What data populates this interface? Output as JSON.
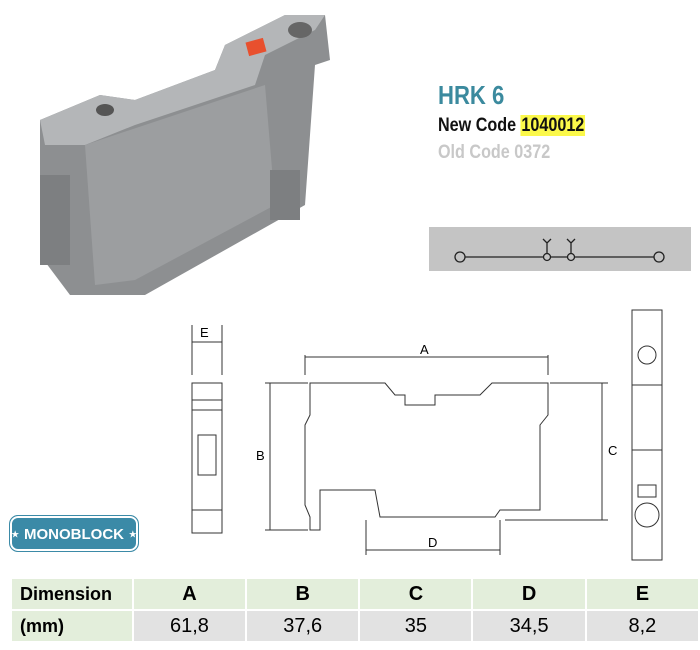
{
  "product": {
    "title": "HRK 6",
    "new_code_label": "New Code",
    "new_code": "1040012",
    "old_code": "Old Code 0372"
  },
  "badge": "⋆ MONOBLOCK ⋆",
  "drawing_labels": {
    "a": "A",
    "b": "B",
    "c": "C",
    "d": "D",
    "e": "E"
  },
  "table": {
    "label_line1": "Dimension",
    "label_line2": "(mm)",
    "headers": [
      "A",
      "B",
      "C",
      "D",
      "E"
    ],
    "values": [
      "61,8",
      "37,6",
      "35",
      "34,5",
      "8,2"
    ]
  },
  "colors": {
    "accent": "#3b8a9e",
    "highlight": "#fbf84a",
    "header_bg": "#e3eedb",
    "value_bg": "#e2e2e2"
  }
}
